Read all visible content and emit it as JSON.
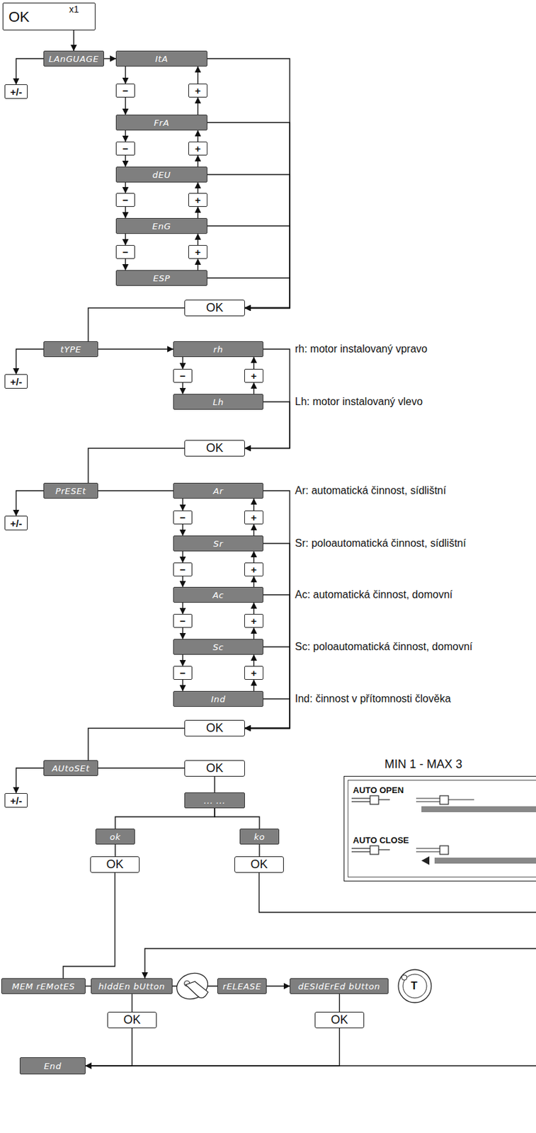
{
  "diagram": {
    "nodes": [
      {
        "text": [
          "OK",
          "x1"
        ]
      },
      {
        "text": [
          "LAnGUAGE"
        ]
      },
      {
        "text": [
          "+/-"
        ]
      },
      {
        "text": [
          "ItA"
        ]
      },
      {
        "text": [
          "−"
        ]
      },
      {
        "text": [
          "+"
        ]
      },
      {
        "text": [
          "FrA"
        ]
      },
      {
        "text": [
          "−"
        ]
      },
      {
        "text": [
          "+"
        ]
      },
      {
        "text": [
          "dEU"
        ]
      },
      {
        "text": [
          "−"
        ]
      },
      {
        "text": [
          "+"
        ]
      },
      {
        "text": [
          "EnG"
        ]
      },
      {
        "text": [
          "−"
        ]
      },
      {
        "text": [
          "+"
        ]
      },
      {
        "text": [
          "ESP"
        ]
      },
      {
        "text": [
          "OK"
        ]
      },
      {
        "text": [
          "tYPE"
        ]
      },
      {
        "text": [
          "+/-"
        ]
      },
      {
        "text": [
          "rh"
        ]
      },
      {
        "text": [
          "−"
        ]
      },
      {
        "text": [
          "+"
        ]
      },
      {
        "text": [
          "Lh"
        ]
      },
      {
        "text": [
          "OK"
        ]
      },
      {
        "text": [
          "PrESEt"
        ]
      },
      {
        "text": [
          "+/-"
        ]
      },
      {
        "text": [
          "Ar"
        ]
      },
      {
        "text": [
          "−"
        ]
      },
      {
        "text": [
          "+"
        ]
      },
      {
        "text": [
          "Sr"
        ]
      },
      {
        "text": [
          "−"
        ]
      },
      {
        "text": [
          "+"
        ]
      },
      {
        "text": [
          "Ac"
        ]
      },
      {
        "text": [
          "−"
        ]
      },
      {
        "text": [
          "+"
        ]
      },
      {
        "text": [
          "Sc"
        ]
      },
      {
        "text": [
          "−"
        ]
      },
      {
        "text": [
          "+"
        ]
      },
      {
        "text": [
          "Ind"
        ]
      },
      {
        "text": [
          "OK"
        ]
      },
      {
        "text": [
          "AUtoSEt"
        ]
      },
      {
        "text": [
          "+/-"
        ]
      },
      {
        "text": [
          "OK"
        ]
      },
      {
        "text": [
          "... ..."
        ]
      },
      {
        "text": [
          "MIN 1 - MAX 3",
          "AUTO OPEN",
          "AUTO CLOSE"
        ]
      },
      {
        "text": [
          "ok"
        ]
      },
      {
        "text": [
          "ko"
        ]
      },
      {
        "text": [
          "OK"
        ]
      },
      {
        "text": [
          "OK"
        ]
      },
      {
        "text": [
          "MEM rEMotES"
        ]
      },
      {
        "text": [
          "hIddEn bUtton"
        ]
      },
      {
        "text": [
          "rELEASE"
        ]
      },
      {
        "text": [
          "dESIdErEd bUtton"
        ]
      },
      {
        "text": [
          "OK"
        ]
      },
      {
        "text": [
          "OK"
        ]
      },
      {
        "text": [
          "End"
        ]
      }
    ],
    "edges": [
      {
        "from": 0,
        "to": 1,
        "arrow": "to"
      },
      {
        "from": 1,
        "to": 2,
        "arrow": "to"
      },
      {
        "from": 1,
        "to": 3,
        "arrow": "to"
      },
      {
        "from": 3,
        "to": 4,
        "arrow": "to"
      },
      {
        "from": 4,
        "to": 6,
        "arrow": "to"
      },
      {
        "from": 6,
        "to": 5,
        "arrow": "to"
      },
      {
        "from": 5,
        "to": 3,
        "arrow": "to"
      },
      {
        "from": 6,
        "to": 7,
        "arrow": "to"
      },
      {
        "from": 7,
        "to": 9,
        "arrow": "to"
      },
      {
        "from": 9,
        "to": 8,
        "arrow": "to"
      },
      {
        "from": 8,
        "to": 6,
        "arrow": "to"
      },
      {
        "from": 9,
        "to": 10,
        "arrow": "to"
      },
      {
        "from": 10,
        "to": 12,
        "arrow": "to"
      },
      {
        "from": 12,
        "to": 11,
        "arrow": "to"
      },
      {
        "from": 11,
        "to": 9,
        "arrow": "to"
      },
      {
        "from": 12,
        "to": 13,
        "arrow": "to"
      },
      {
        "from": 13,
        "to": 15,
        "arrow": "to"
      },
      {
        "from": 15,
        "to": 14,
        "arrow": "to"
      },
      {
        "from": 14,
        "to": 12,
        "arrow": "to"
      },
      {
        "from": 3,
        "to": 16,
        "arrow": "to"
      },
      {
        "from": 6,
        "to": 16,
        "arrow": "to"
      },
      {
        "from": 9,
        "to": 16,
        "arrow": "to"
      },
      {
        "from": 12,
        "to": 16,
        "arrow": "to"
      },
      {
        "from": 15,
        "to": 16,
        "arrow": "to"
      },
      {
        "from": 16,
        "to": 17,
        "arrow": "none"
      },
      {
        "from": 17,
        "to": 18,
        "arrow": "to"
      },
      {
        "from": 17,
        "to": 19,
        "arrow": "to"
      },
      {
        "from": 19,
        "to": 20,
        "arrow": "to"
      },
      {
        "from": 20,
        "to": 22,
        "arrow": "to"
      },
      {
        "from": 22,
        "to": 21,
        "arrow": "to"
      },
      {
        "from": 21,
        "to": 19,
        "arrow": "to"
      },
      {
        "from": 19,
        "to": 23,
        "arrow": "to"
      },
      {
        "from": 22,
        "to": 23,
        "arrow": "to"
      },
      {
        "from": 23,
        "to": 24,
        "arrow": "none"
      },
      {
        "from": 24,
        "to": 25,
        "arrow": "to"
      },
      {
        "from": 24,
        "to": 26,
        "arrow": "none"
      },
      {
        "from": 26,
        "to": 27,
        "arrow": "to"
      },
      {
        "from": 27,
        "to": 29,
        "arrow": "to"
      },
      {
        "from": 29,
        "to": 28,
        "arrow": "to"
      },
      {
        "from": 28,
        "to": 26,
        "arrow": "to"
      },
      {
        "from": 29,
        "to": 30,
        "arrow": "to"
      },
      {
        "from": 30,
        "to": 32,
        "arrow": "to"
      },
      {
        "from": 32,
        "to": 31,
        "arrow": "to"
      },
      {
        "from": 31,
        "to": 29,
        "arrow": "to"
      },
      {
        "from": 32,
        "to": 33,
        "arrow": "to"
      },
      {
        "from": 33,
        "to": 35,
        "arrow": "to"
      },
      {
        "from": 35,
        "to": 34,
        "arrow": "to"
      },
      {
        "from": 34,
        "to": 32,
        "arrow": "to"
      },
      {
        "from": 35,
        "to": 36,
        "arrow": "to"
      },
      {
        "from": 36,
        "to": 38,
        "arrow": "to"
      },
      {
        "from": 38,
        "to": 37,
        "arrow": "to"
      },
      {
        "from": 37,
        "to": 35,
        "arrow": "to"
      },
      {
        "from": 26,
        "to": 39,
        "arrow": "to"
      },
      {
        "from": 29,
        "to": 39,
        "arrow": "to"
      },
      {
        "from": 32,
        "to": 39,
        "arrow": "to"
      },
      {
        "from": 35,
        "to": 39,
        "arrow": "to"
      },
      {
        "from": 38,
        "to": 39,
        "arrow": "to"
      },
      {
        "from": 39,
        "to": 40,
        "arrow": "none"
      },
      {
        "from": 40,
        "to": 41,
        "arrow": "to"
      },
      {
        "from": 40,
        "to": 42,
        "arrow": "none"
      },
      {
        "from": 42,
        "to": 43,
        "arrow": "none"
      },
      {
        "from": 43,
        "to": 45,
        "arrow": "none"
      },
      {
        "from": 43,
        "to": 46,
        "arrow": "none"
      },
      {
        "from": 45,
        "to": 47,
        "arrow": "none"
      },
      {
        "from": 46,
        "to": 48,
        "arrow": "none"
      },
      {
        "from": 47,
        "to": 49,
        "arrow": "none"
      },
      {
        "from": 48,
        "to": 50,
        "arrow": "to"
      },
      {
        "from": 49,
        "to": 50,
        "arrow": "none"
      },
      {
        "from": 50,
        "to": 51,
        "arrow": "none"
      },
      {
        "from": 51,
        "to": 52,
        "arrow": "to"
      },
      {
        "from": 50,
        "to": 53,
        "arrow": "none"
      },
      {
        "from": 52,
        "to": 54,
        "arrow": "none"
      },
      {
        "from": 53,
        "to": 55,
        "arrow": "to"
      },
      {
        "from": 54,
        "to": 55,
        "arrow": "to"
      }
    ],
    "labels": [
      "rh: motor instalovaný vpravo",
      "Lh: motor instalovaný vlevo",
      "Ar: automatická činnost, sídlištní",
      "Sr: poloautomatická činnost, sídlištní",
      "Ac: automatická činnost, domovní",
      "Sc: poloautomatická činnost, domovní",
      "Ind: činnost v přítomnosti člověka",
      "T"
    ]
  }
}
